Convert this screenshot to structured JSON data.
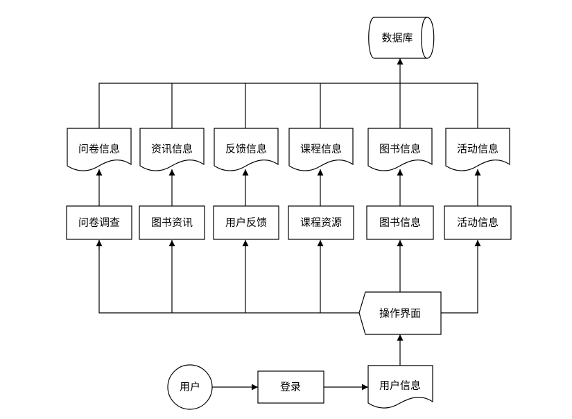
{
  "diagram": {
    "database": "数据库",
    "info_docs": [
      "问卷信息",
      "资讯信息",
      "反馈信息",
      "课程信息",
      "图书信息",
      "活动信息"
    ],
    "modules": [
      "问卷调查",
      "图书资讯",
      "用户反馈",
      "课程资源",
      "图书信息",
      "活动信息"
    ],
    "interface": "操作界面",
    "user": "用户",
    "login": "登录",
    "user_info": "用户信息"
  }
}
